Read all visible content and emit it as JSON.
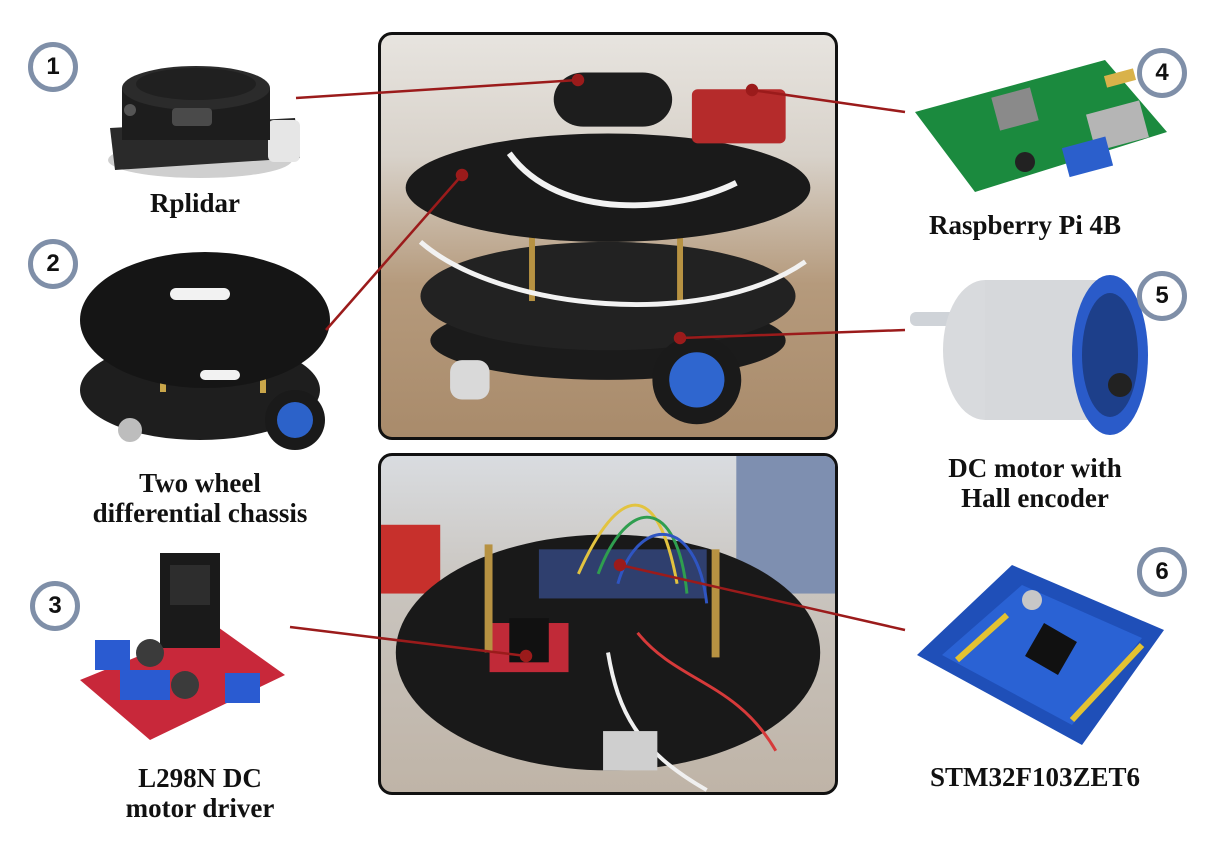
{
  "components": [
    {
      "number": "1",
      "label_lines": [
        "Rplidar"
      ]
    },
    {
      "number": "2",
      "label_lines": [
        "Two wheel",
        "differential chassis"
      ]
    },
    {
      "number": "3",
      "label_lines": [
        "L298N DC",
        "motor driver"
      ]
    },
    {
      "number": "4",
      "label_lines": [
        "Raspberry Pi 4B"
      ]
    },
    {
      "number": "5",
      "label_lines": [
        "DC motor with",
        "Hall encoder"
      ]
    },
    {
      "number": "6",
      "label_lines": [
        "STM32F103ZET6"
      ]
    }
  ],
  "colors": {
    "connector": "#9b1b1b",
    "badge_ring": "#7f8fa8",
    "photo_border": "#111111"
  }
}
